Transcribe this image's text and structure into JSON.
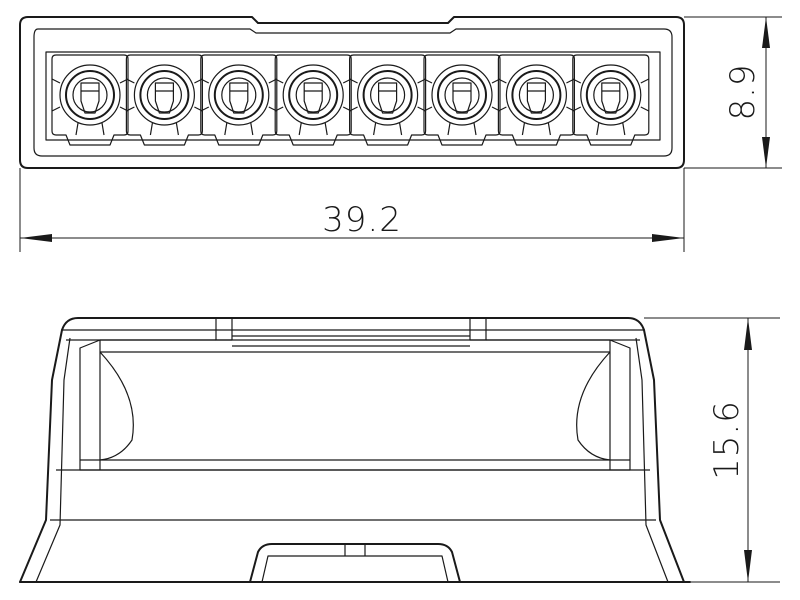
{
  "drawing": {
    "top_view": {
      "port_count": 8,
      "dimensions": {
        "width": "39.2",
        "height": "8.9"
      }
    },
    "side_view": {
      "dimensions": {
        "height": "15.6"
      }
    }
  }
}
